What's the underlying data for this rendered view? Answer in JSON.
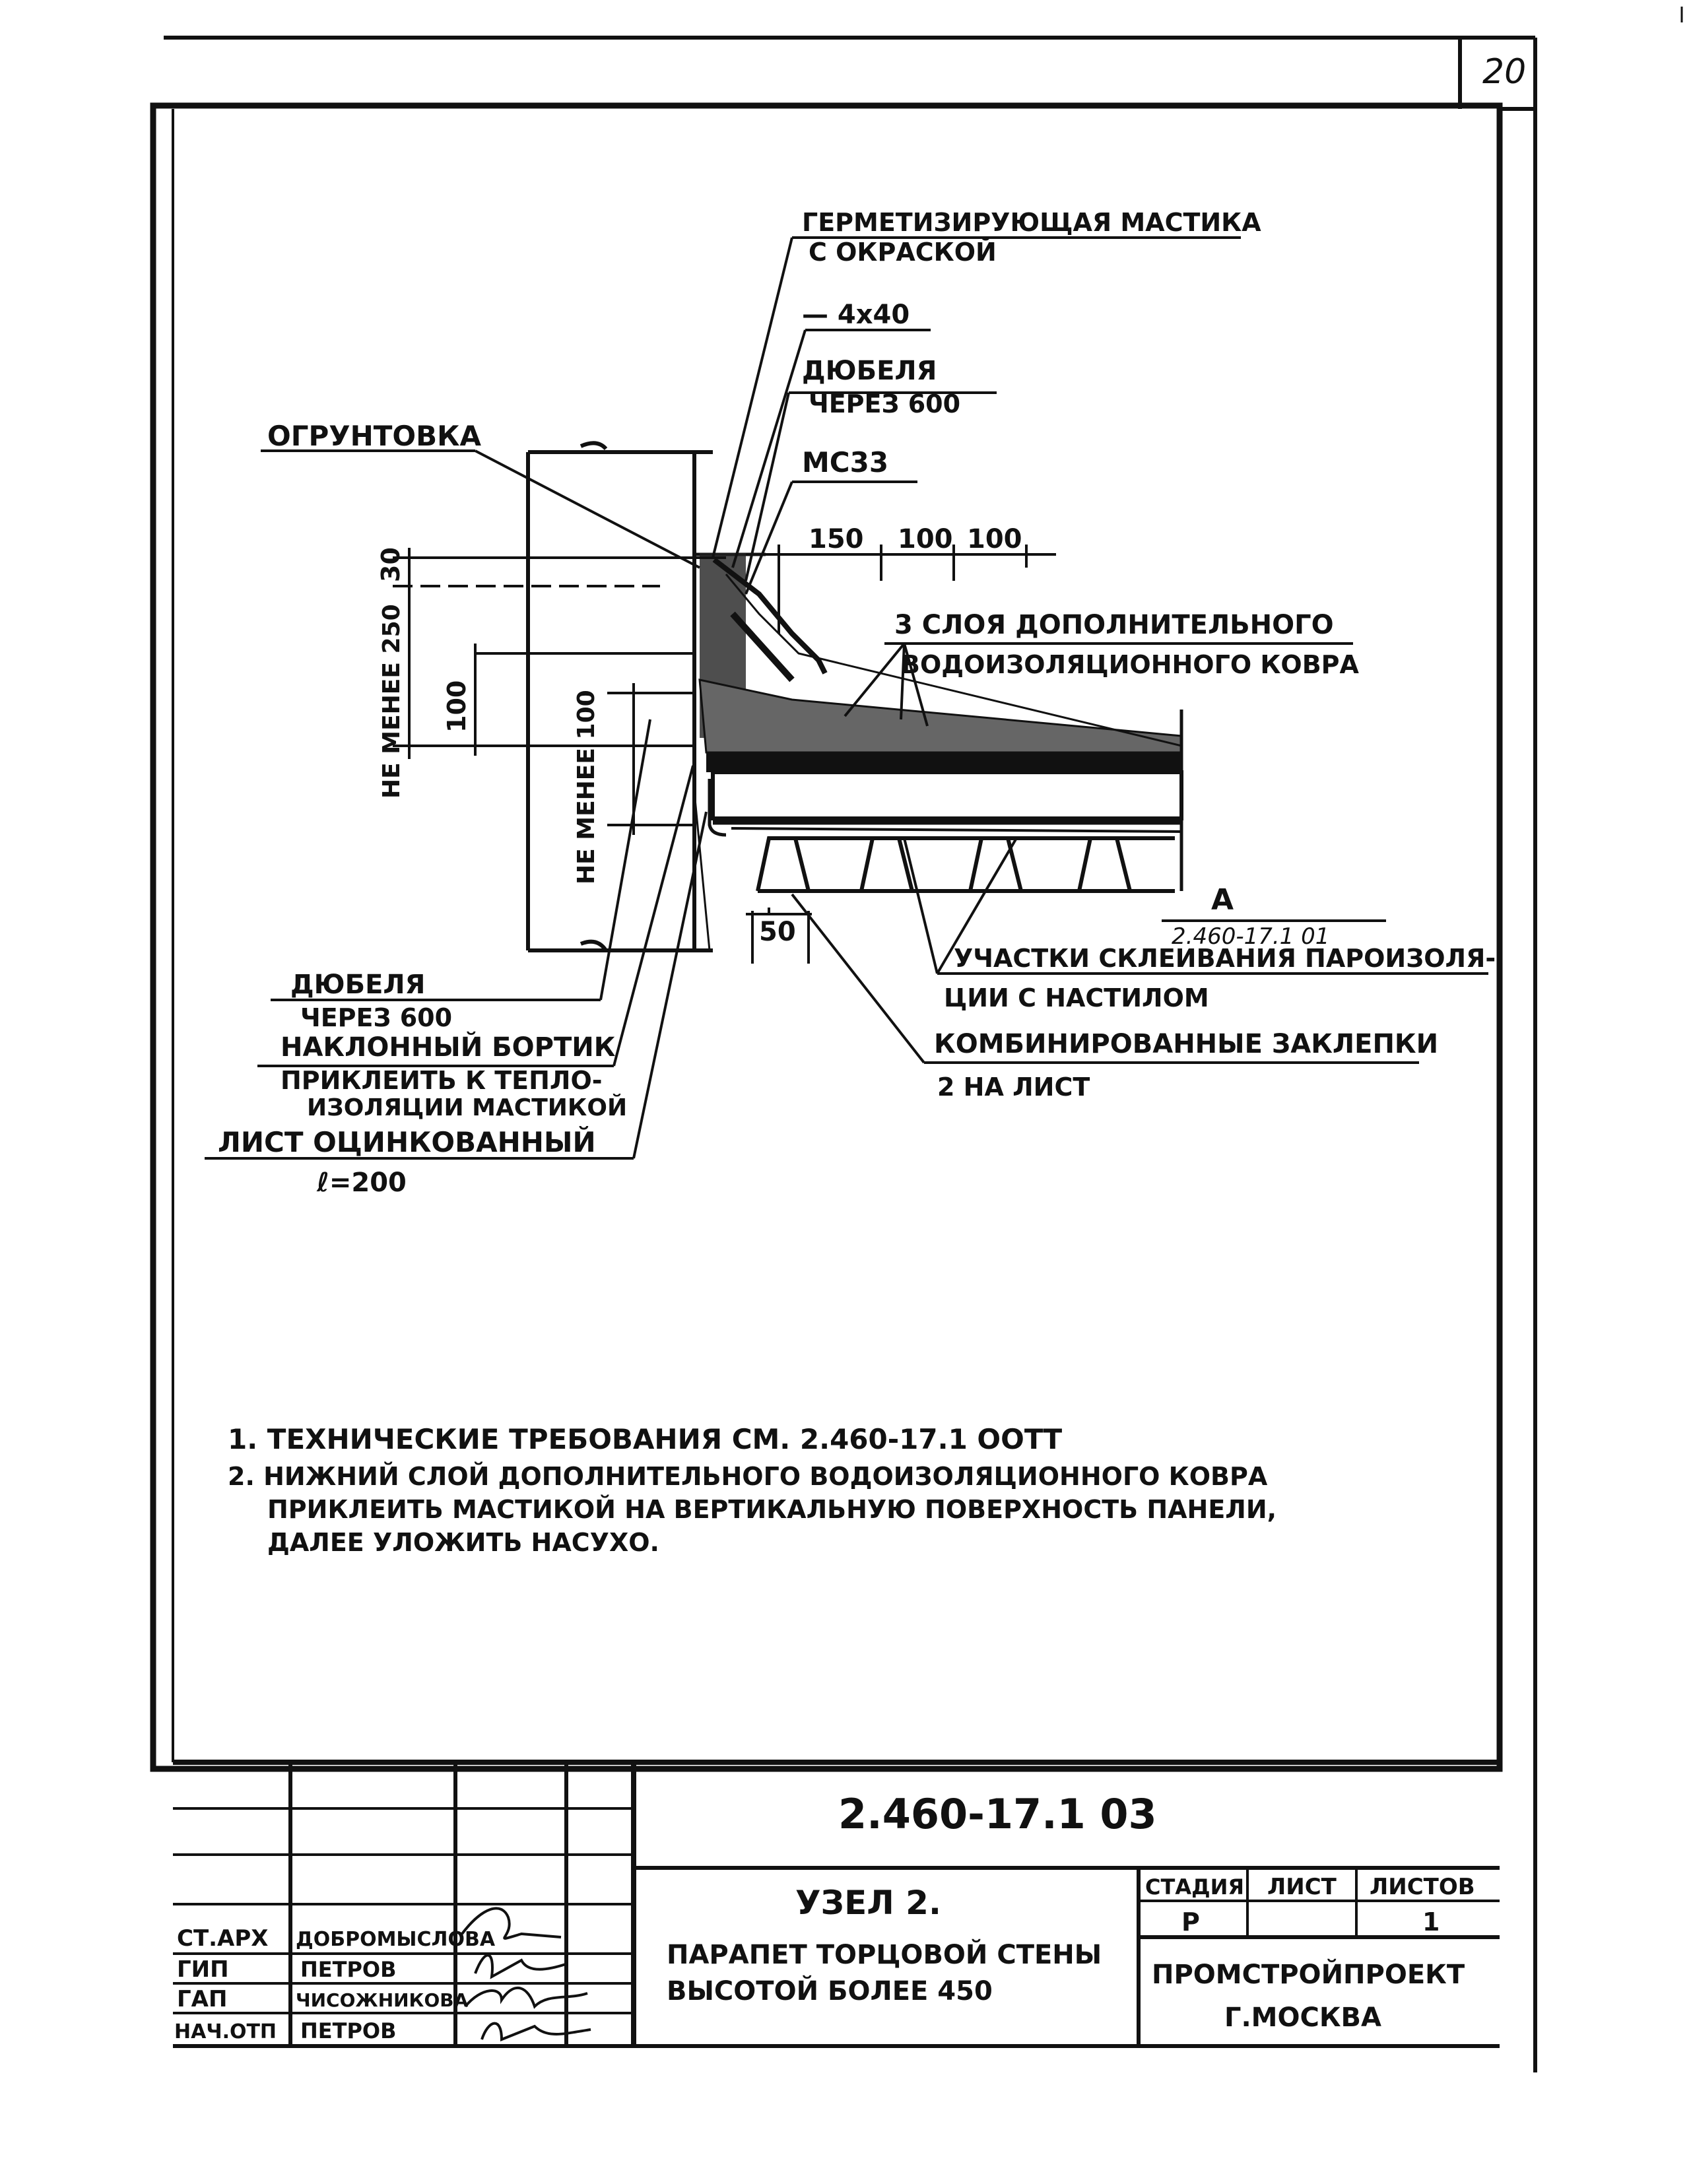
{
  "sheet": {
    "page_number": "20"
  },
  "drawing": {
    "callouts": {
      "sealant": [
        "ГЕРМЕТИЗИРУЮЩАЯ МАСТИКА",
        "С ОКРАСКОЙ"
      ],
      "strip": "— 4х40",
      "dowels_top": [
        "ДЮБЕЛЯ",
        "ЧЕРЕЗ 600"
      ],
      "mc33": "МС33",
      "primer": "ОГРУНТОВКА",
      "layers": [
        "3 СЛОЯ ДОПОЛНИТЕЛЬНОГО",
        "ВОДОИЗОЛЯЦИОННОГО КОВРА"
      ],
      "bonding": [
        "УЧАСТКИ СКЛЕИВАНИЯ ПАРОИЗОЛЯ-",
        "ЦИИ С НАСТИЛОМ"
      ],
      "rivets": [
        "КОМБИНИРОВАННЫЕ ЗАКЛЕПКИ",
        "2 НА ЛИСТ"
      ],
      "dowels_bottom": [
        "ДЮБЕЛЯ",
        "ЧЕРЕЗ 600"
      ],
      "incline": [
        "НАКЛОННЫЙ БОРТИК",
        "ПРИКЛЕИТЬ К ТЕПЛО-",
        "ИЗОЛЯЦИИ МАСТИКОЙ"
      ],
      "sheet": [
        "ЛИСТ ОЦИНКОВАННЫЙ",
        "ℓ=200"
      ],
      "ref_letter": "А",
      "ref_doc": "2.460-17.1 01"
    },
    "dimensions": {
      "d150": "150",
      "d100a": "100",
      "d100b": "100",
      "d30": "30",
      "d250": "НЕ МЕНЕЕ 250",
      "d100v": "100",
      "d100min": "НЕ МЕНЕЕ 100",
      "d50": "50"
    }
  },
  "notes": [
    "1. ТЕХНИЧЕСКИЕ ТРЕБОВАНИЯ СМ. 2.460-17.1 ООТТ",
    "2. НИЖНИЙ СЛОЙ ДОПОЛНИТЕЛЬНОГО ВОДОИЗОЛЯЦИОННОГО КОВРА",
    "ПРИКЛЕИТЬ МАСТИКОЙ НА ВЕРТИКАЛЬНУЮ ПОВЕРХНОСТЬ ПАНЕЛИ,",
    "ДАЛЕЕ УЛОЖИТЬ НАСУХО."
  ],
  "title_block": {
    "doc_code": "2.460-17.1 03",
    "node": "УЗЕЛ 2.",
    "desc": [
      "ПАРАПЕТ ТОРЦОВОЙ СТЕНЫ",
      "ВЫСОТОЙ БОЛЕЕ 450"
    ],
    "stage_hdr": "СТАДИЯ",
    "sheet_hdr": "ЛИСТ",
    "sheets_hdr": "ЛИСТОВ",
    "stage": "Р",
    "sheets": "1",
    "org": "ПРОМСТРОЙПРОЕКТ",
    "city": "Г.МОСКВА",
    "roles": [
      {
        "role": "СТ.АРХ",
        "name": "ДОБРОМЫСЛОВА"
      },
      {
        "role": "ГИП",
        "name": "ПЕТРОВ"
      },
      {
        "role": "ГАП",
        "name": "ЧИСОЖНИКОВА"
      },
      {
        "role": "НАЧ.ОТП",
        "name": "ПЕТРОВ"
      }
    ]
  }
}
